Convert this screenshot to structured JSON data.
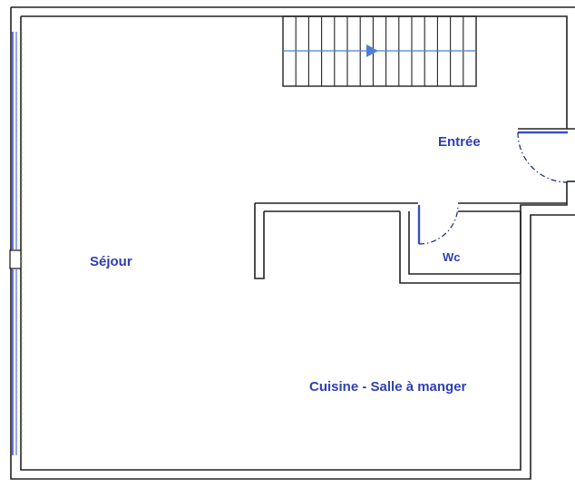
{
  "plan": {
    "rooms": [
      {
        "id": "entree",
        "label": "Entrée"
      },
      {
        "id": "sejour",
        "label": "Séjour"
      },
      {
        "id": "wc",
        "label": "Wc"
      },
      {
        "id": "cuisine",
        "label": "Cuisine - Salle à manger"
      }
    ],
    "colors": {
      "wall": "#222222",
      "label": "#2f3fb5",
      "stair_arrow": "#4a7fd4",
      "door_arc": "#1a2a8a",
      "window": "#3a4fc8",
      "dashed_guide": "#9bbf6a"
    }
  }
}
